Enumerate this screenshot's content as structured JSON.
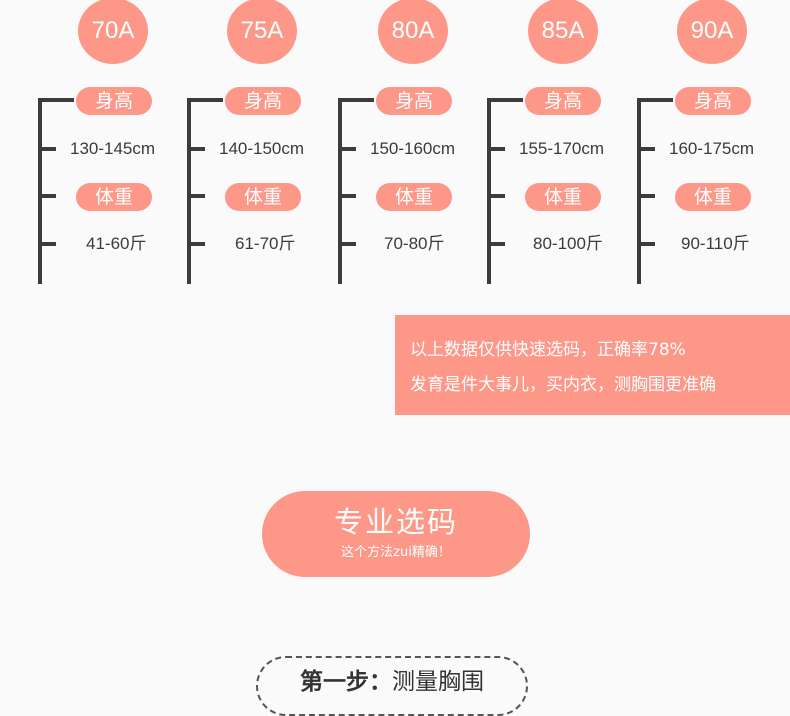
{
  "sizes": [
    {
      "label": "70A",
      "height_label": "身高",
      "height": "130-145cm",
      "weight_label": "体重",
      "weight": "41-60斤"
    },
    {
      "label": "75A",
      "height_label": "身高",
      "height": "140-150cm",
      "weight_label": "体重",
      "weight": "61-70斤"
    },
    {
      "label": "80A",
      "height_label": "身高",
      "height": "150-160cm",
      "weight_label": "体重",
      "weight": "70-80斤"
    },
    {
      "label": "85A",
      "height_label": "身高",
      "height": "155-170cm",
      "weight_label": "体重",
      "weight": "80-100斤"
    },
    {
      "label": "90A",
      "height_label": "身高",
      "height": "160-175cm",
      "weight_label": "体重",
      "weight": "90-110斤"
    }
  ],
  "notice": {
    "line1": "以上数据仅供快速选码，正确率78%",
    "line2": "发育是件大事儿，买内衣，测胸围更准确"
  },
  "cta": {
    "title": "专业选码",
    "subtitle": "这个方法zui精确！"
  },
  "step": {
    "label": "第一步：",
    "text": "测量胸围"
  },
  "colors": {
    "accent": "#fd9889",
    "line": "#3c3c3c",
    "background": "#fafafa"
  }
}
